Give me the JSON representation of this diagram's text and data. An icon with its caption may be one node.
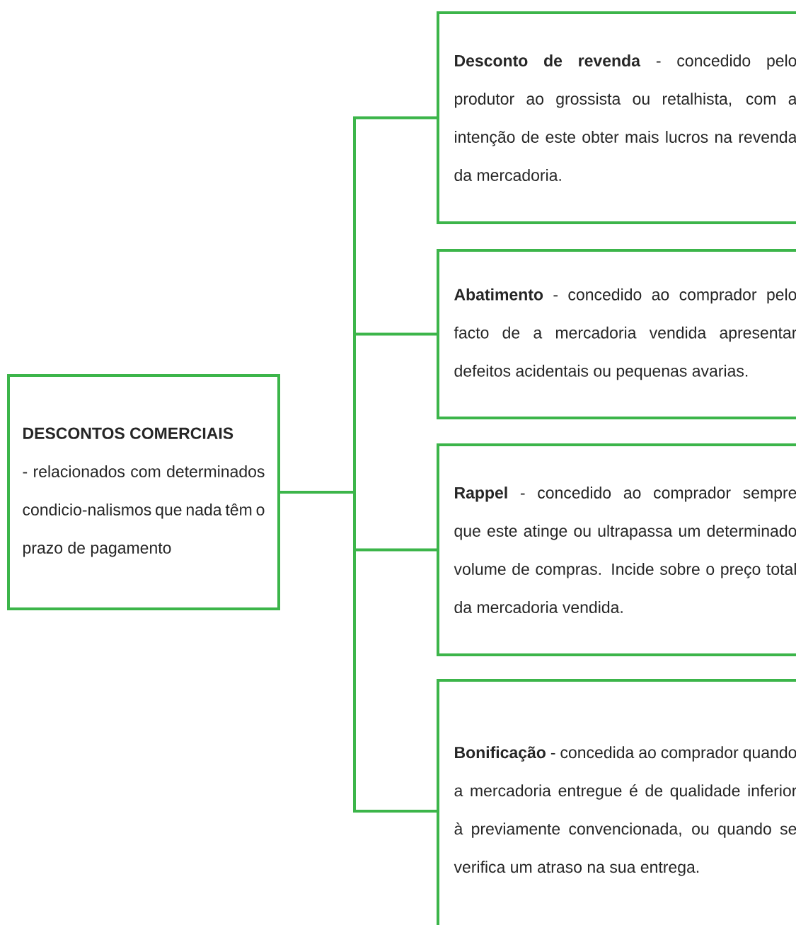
{
  "diagram": {
    "nodes": [
      {
        "text": [
          "DESCONTOS COMERCIAIS",
          "- relacionados com determinados condicio-nalismos que nada têm o prazo de pagamento"
        ]
      },
      {
        "text": [
          "**Desconto de revenda** - concedido pelo produtor ao grossista ou retalhista, com a intenção de este obter mais lucros na revenda da mercadoria."
        ]
      },
      {
        "text": [
          "**Abatimento** - concedido ao comprador pelo facto de a mercadoria vendida apresentar defeitos acidentais ou pequenas avarias."
        ]
      },
      {
        "text": [
          "**Rappel** - concedido ao comprador sempre que este atinge ou ultrapassa um determinado volume de compras. Incide sobre o preço total da mercadoria vendida."
        ]
      },
      {
        "text": [
          "**Bonificação** - concedida ao comprador quando a mercadoria entregue é de qualidade inferior à previamente convencionada, ou quando se verifica um atraso na sua entrega."
        ]
      }
    ],
    "edges": [
      {
        "from": 0,
        "to": 1,
        "arrow": "none"
      },
      {
        "from": 0,
        "to": 2,
        "arrow": "none"
      },
      {
        "from": 0,
        "to": 3,
        "arrow": "none"
      },
      {
        "from": 0,
        "to": 4,
        "arrow": "none"
      }
    ]
  }
}
